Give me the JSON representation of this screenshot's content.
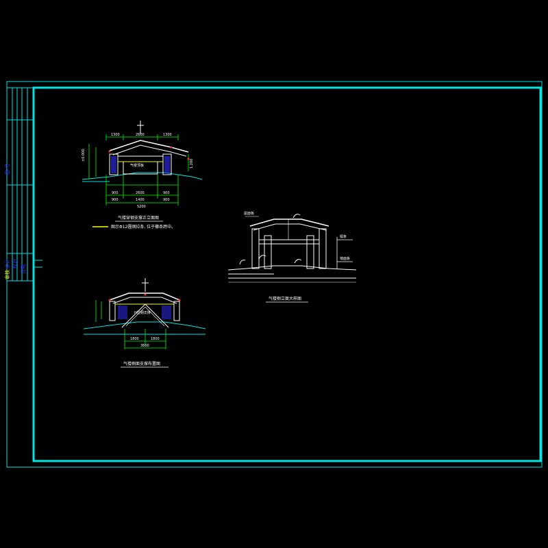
{
  "drawing": {
    "colors": {
      "background": "#000000",
      "frame": "#00e5e5",
      "structure": "#ffffff",
      "dimension": "#00ff00",
      "section_fill": "#3030ff",
      "highlight": "#ffff00",
      "marker": "#ff3030"
    }
  },
  "title_block": {
    "label_top": "图 号",
    "label_bottom_1": "设计",
    "label_bottom_2": "审核",
    "label_bottom_3": "校对",
    "label_bottom_4": "日期"
  },
  "view_1": {
    "caption": "气楼穿钢支撑正立面图",
    "note": "图示Φ12圆钢拉条, 位于檩条跨中。",
    "dims_top": [
      "1300",
      "2600",
      "1300"
    ],
    "dims_bottom_1": [
      "900",
      "2600",
      "900"
    ],
    "dims_bottom_2": [
      "900",
      "1400",
      "900"
    ],
    "dim_total": "5200",
    "label_mid": "气楼顶板",
    "level_left": "±0.000",
    "level_right": "1.200"
  },
  "view_2": {
    "caption": "气楼侧面支撑布置图",
    "dims_bottom": [
      "1800",
      "1800"
    ],
    "dim_total": "3600",
    "label_mid": "H型钢支撑"
  },
  "view_3": {
    "caption": "气楼侧立面大样图",
    "label_top": "屋面板",
    "label_right_1": "檩条",
    "label_right_2": "墙面板"
  }
}
